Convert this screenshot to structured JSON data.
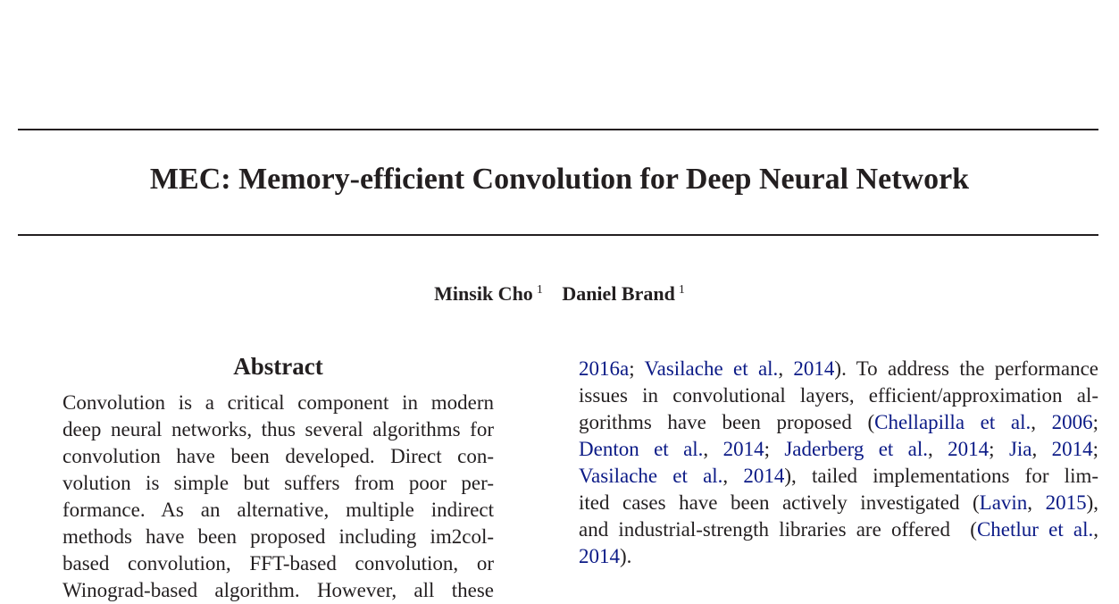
{
  "paper": {
    "title": "MEC: Memory-efficient Convolution for Deep Neural Network",
    "authors": [
      {
        "name": "Minsik Cho",
        "affil": "1"
      },
      {
        "name": "Daniel Brand",
        "affil": "1"
      }
    ],
    "abstract_heading": "Abstract",
    "link_color": "#0b1a86",
    "abstract_lines": [
      "Convolution is a critical component in modern",
      "deep neural networks, thus several algorithms for",
      "convolution have been developed.  Direct con-",
      "volution is simple but suffers from poor per-",
      "formance.  As an alternative, multiple indirect",
      "methods have been proposed including im2col-",
      "based convolution, FFT-based convolution, or",
      "Winograd-based algorithm.  However, all these"
    ],
    "right_lines": [
      [
        {
          "t": "2016a",
          "l": 1
        },
        {
          "t": "; "
        },
        {
          "t": "Vasilache et al.",
          "l": 1
        },
        {
          "t": ", "
        },
        {
          "t": "2014",
          "l": 1
        },
        {
          "t": "). To address the performance"
        }
      ],
      [
        {
          "t": "issues in convolutional layers, efficient/approximation al-"
        }
      ],
      [
        {
          "t": "gorithms have been proposed ("
        },
        {
          "t": "Chellapilla et al.",
          "l": 1
        },
        {
          "t": ", "
        },
        {
          "t": "2006",
          "l": 1
        },
        {
          "t": ";"
        }
      ],
      [
        {
          "t": "Denton et al.",
          "l": 1
        },
        {
          "t": ", "
        },
        {
          "t": "2014",
          "l": 1
        },
        {
          "t": "; "
        },
        {
          "t": "Jaderberg et al.",
          "l": 1
        },
        {
          "t": ", "
        },
        {
          "t": "2014",
          "l": 1
        },
        {
          "t": "; "
        },
        {
          "t": "Jia",
          "l": 1
        },
        {
          "t": ", "
        },
        {
          "t": "2014",
          "l": 1
        },
        {
          "t": ";"
        }
      ],
      [
        {
          "t": "Vasilache et al.",
          "l": 1
        },
        {
          "t": ", "
        },
        {
          "t": "2014",
          "l": 1
        },
        {
          "t": "), tailed implementations for lim-"
        }
      ],
      [
        {
          "t": "ited cases have been actively investigated ("
        },
        {
          "t": "Lavin",
          "l": 1
        },
        {
          "t": ", "
        },
        {
          "t": "2015",
          "l": 1
        },
        {
          "t": "),"
        }
      ],
      [
        {
          "t": "and industrial-strength libraries are offered  ("
        },
        {
          "t": "Chetlur et al.",
          "l": 1
        },
        {
          "t": ","
        }
      ],
      [
        {
          "t": "2014",
          "l": 1
        },
        {
          "t": ")."
        }
      ]
    ]
  }
}
